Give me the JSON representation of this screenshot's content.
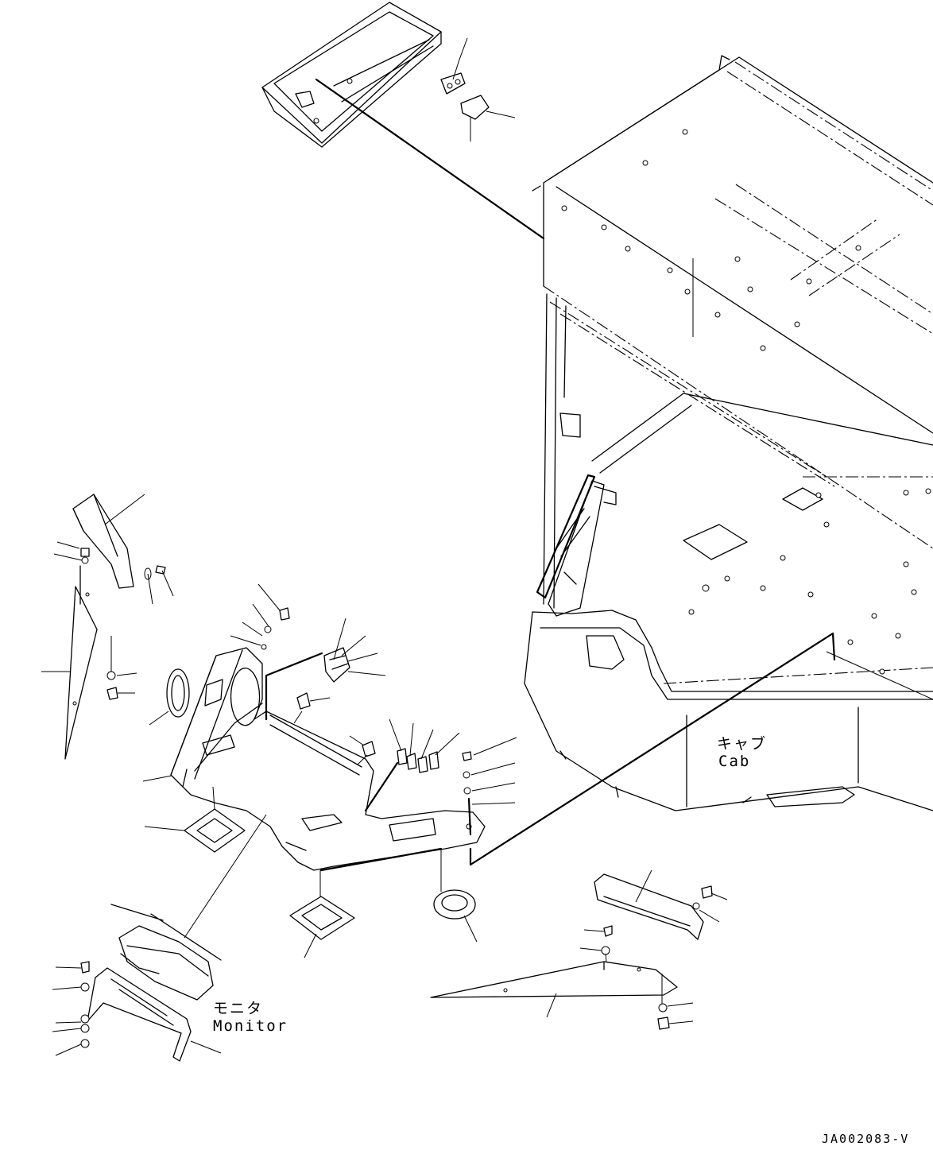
{
  "labels": {
    "cab_jp": "キャブ",
    "cab_en": "Cab",
    "monitor_jp": "モニタ",
    "monitor_en": "Monitor"
  },
  "drawing_code": "JA002083-V"
}
